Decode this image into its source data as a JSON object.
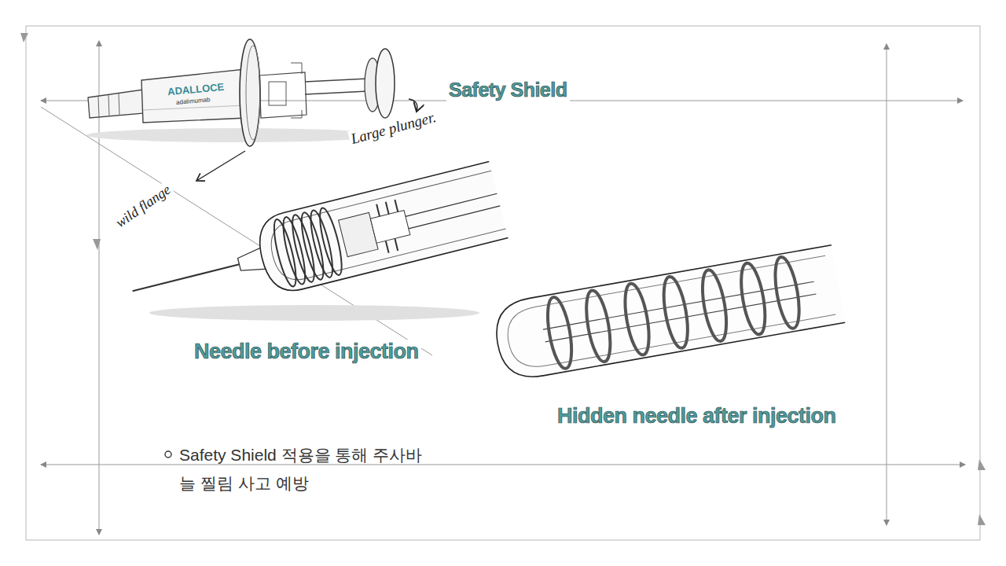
{
  "diagram": {
    "title": "Safety Shield",
    "labels": [
      "ADALLOCE",
      "adalimumab",
      "Large plunger.",
      "wild flange",
      "Needle before injection",
      "Hidden needle after injection",
      "Safety Shield 적용을 통해 주사바늘 찔림 사고 예방"
    ]
  }
}
